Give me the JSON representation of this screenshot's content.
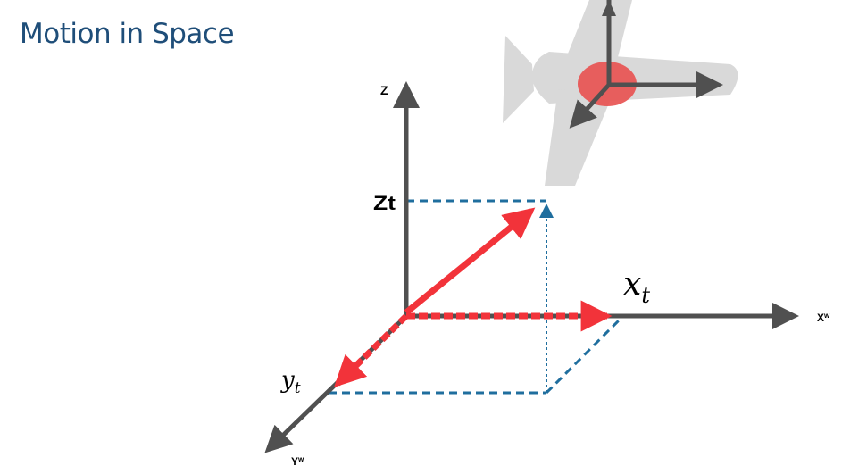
{
  "title": "Motion in Space",
  "labels": {
    "z_axis": "Z",
    "x_axis": "X",
    "x_axis_sup": "w",
    "y_axis": "Y",
    "y_axis_sup": "w",
    "zt": "Zt",
    "xt_main": "x",
    "xt_sub": "t",
    "yt_main": "y",
    "yt_sub": "t"
  },
  "colors": {
    "title": "#1f4e79",
    "axis": "#505050",
    "vector": "#f2333a",
    "projection": "#1f6e9e",
    "airplane": "#d9d9d9",
    "airplane_center": "#e8504f"
  },
  "icons": [
    "airplane-icon"
  ]
}
